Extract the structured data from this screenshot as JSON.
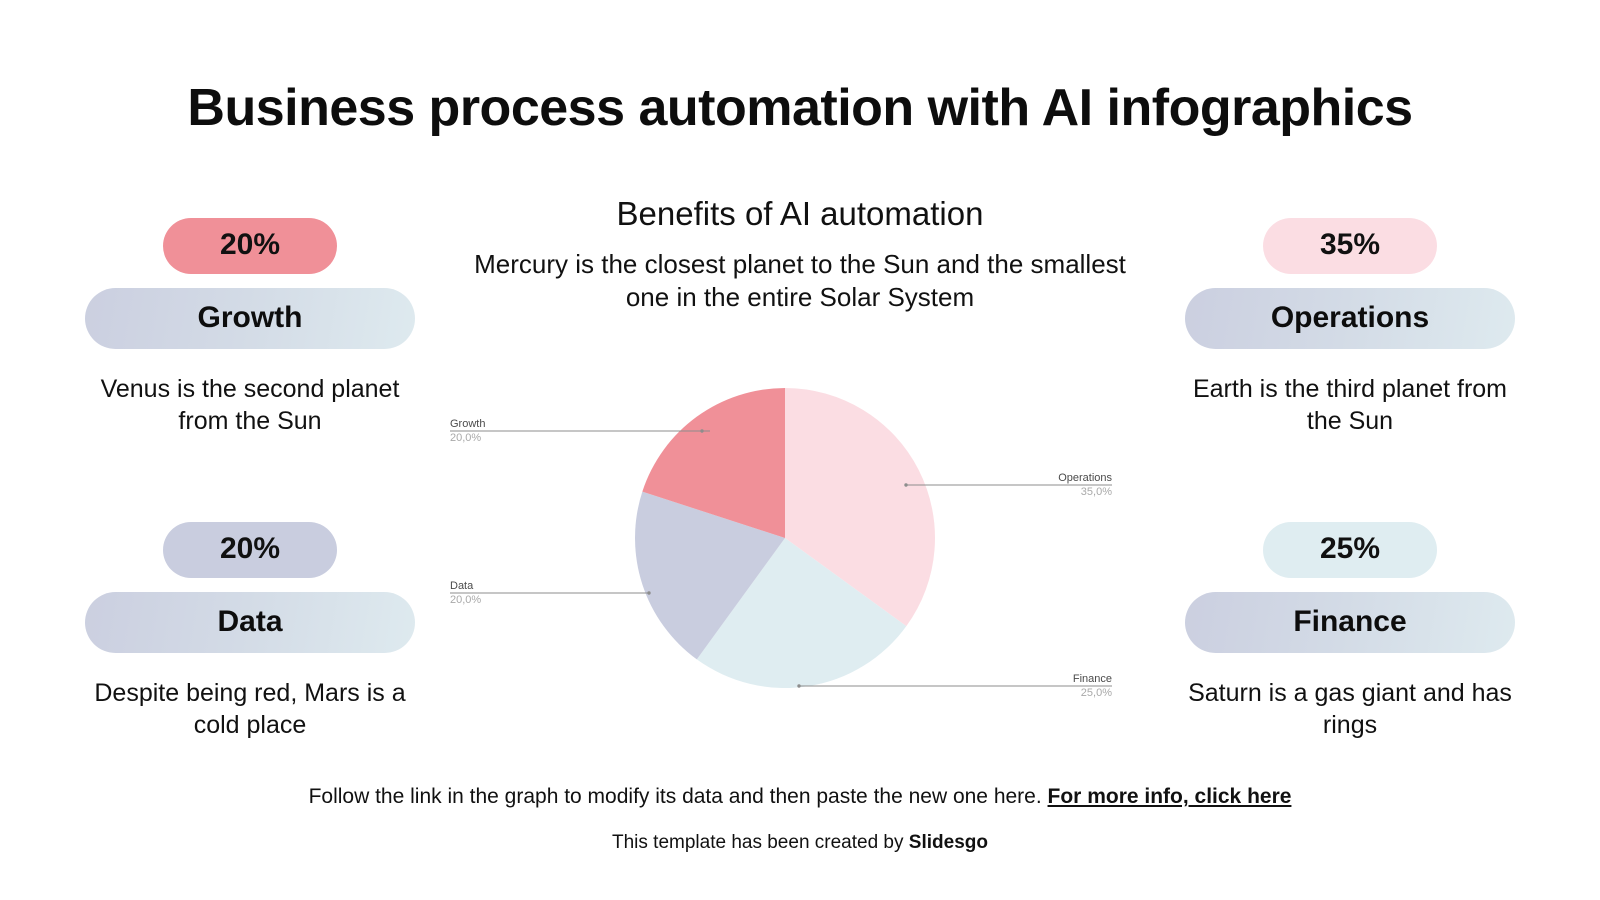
{
  "slide": {
    "title": "Business process automation with AI infographics",
    "background": "#ffffff"
  },
  "chart_block": {
    "title": "Benefits of AI automation",
    "subtitle": "Mercury is the closest planet to the Sun and the smallest one in the entire Solar System"
  },
  "blocks": {
    "growth": {
      "percent": "20%",
      "label": "Growth",
      "description": "Venus is the second planet from the Sun",
      "color": "#F09098"
    },
    "operations": {
      "percent": "35%",
      "label": "Operations",
      "description": "Earth is the third planet from the Sun",
      "color": "#FBDDE3"
    },
    "data": {
      "percent": "20%",
      "label": "Data",
      "description": "Despite being red, Mars is a cold place",
      "color": "#C9CDDF"
    },
    "finance": {
      "percent": "25%",
      "label": "Finance",
      "description": "Saturn is a gas giant and has rings",
      "color": "#DFEDF1"
    }
  },
  "chart_data": {
    "type": "pie",
    "title": "Benefits of AI automation",
    "subtitle": "Mercury is the closest planet to the Sun and the smallest one in the entire Solar System",
    "categories": [
      "Operations",
      "Finance",
      "Data",
      "Growth"
    ],
    "values": [
      35,
      25,
      20,
      20
    ],
    "value_labels": [
      "35,0%",
      "25,0%",
      "20,0%",
      "20,0%"
    ],
    "colors": [
      "#FBDDE3",
      "#DFEDF1",
      "#C9CDDF",
      "#F09098"
    ],
    "start_angle_deg": 0,
    "direction": "clockwise",
    "legend": "none",
    "labels_position": "outside-with-leader-lines",
    "slices": [
      {
        "name": "Operations",
        "value": 35,
        "value_label": "35,0%",
        "color": "#FBDDE3"
      },
      {
        "name": "Finance",
        "value": 25,
        "value_label": "25,0%",
        "color": "#DFEDF1"
      },
      {
        "name": "Data",
        "value": 20,
        "value_label": "20,0%",
        "color": "#C9CDDF"
      },
      {
        "name": "Growth",
        "value": 20,
        "value_label": "20,0%",
        "color": "#F09098"
      }
    ]
  },
  "pie_labels": {
    "growth_name": "Growth",
    "growth_value": "20,0%",
    "data_name": "Data",
    "data_value": "20,0%",
    "operations_name": "Operations",
    "operations_value": "35,0%",
    "finance_name": "Finance",
    "finance_value": "25,0%"
  },
  "footer": {
    "note_text": "Follow the link in the graph to modify its data and then paste the new one here.",
    "note_link": "For more info, click here",
    "credit_prefix": "This template has been created by",
    "credit_brand": "Slidesgo"
  }
}
